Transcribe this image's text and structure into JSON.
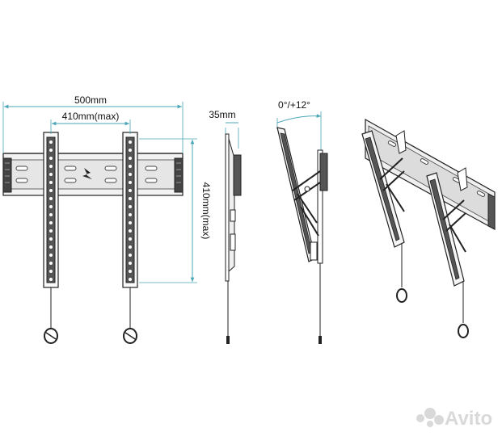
{
  "dimensions": {
    "overall_width": "500mm",
    "rail_spacing": "410mm(max)",
    "vertical_spacing": "410mm(max)",
    "depth": "35mm",
    "tilt": "0°/+12°"
  },
  "watermark": {
    "text": "Avito"
  },
  "colors": {
    "dimension_line": "#4aa7b8",
    "drawing_line": "#222222",
    "dark_metal": "#555555",
    "light_metal": "#d8d8d8",
    "watermark": "#d9d9d9"
  }
}
